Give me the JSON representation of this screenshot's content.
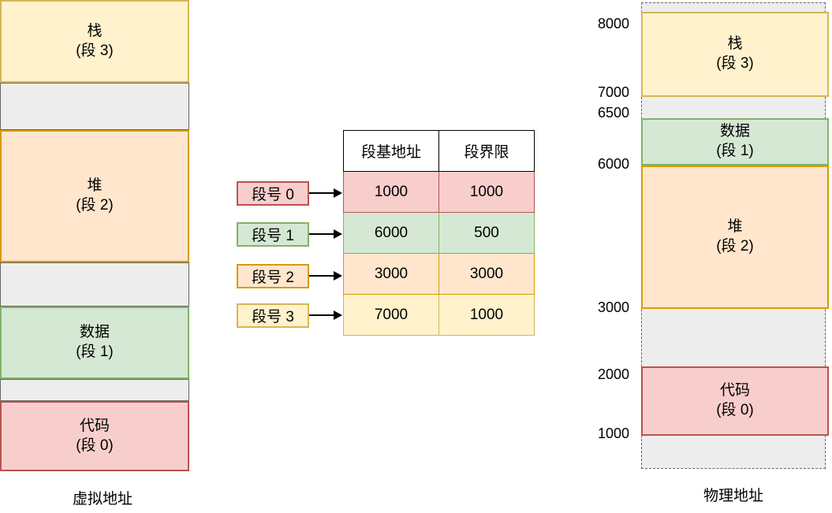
{
  "palette": {
    "yellow_fill": "#FFF2CC",
    "yellow_stroke": "#D6B656",
    "orange_fill": "#FFE6CC",
    "orange_stroke": "#D79B00",
    "green_fill": "#D5E8D4",
    "green_stroke": "#82B366",
    "red_fill": "#F8CECC",
    "red_stroke": "#B85450",
    "gray_fill": "#EDEDED",
    "gray_stroke": "#666666"
  },
  "virtual_memory": {
    "caption": "虚拟地址",
    "segments": [
      {
        "name": "栈",
        "seg": "(段 3)",
        "color": "yellow"
      },
      {
        "name": "堆",
        "seg": "(段 2)",
        "color": "orange"
      },
      {
        "name": "数据",
        "seg": "(段 1)",
        "color": "green"
      },
      {
        "name": "代码",
        "seg": "(段 0)",
        "color": "red"
      }
    ]
  },
  "segment_table": {
    "headers": [
      "段基地址",
      "段界限"
    ],
    "row_labels": [
      "段号 0",
      "段号 1",
      "段号 2",
      "段号 3"
    ],
    "rows": [
      [
        "1000",
        "1000"
      ],
      [
        "6000",
        "500"
      ],
      [
        "3000",
        "3000"
      ],
      [
        "7000",
        "1000"
      ]
    ]
  },
  "physical_memory": {
    "caption": "物理地址",
    "address_labels": [
      "8000",
      "7000",
      "6500",
      "6000",
      "3000",
      "2000",
      "1000"
    ],
    "segments": [
      {
        "name": "栈",
        "seg": "(段 3)",
        "color": "yellow",
        "range": "7000-8000"
      },
      {
        "name": "数据",
        "seg": "(段 1)",
        "color": "green",
        "range": "6000-6500"
      },
      {
        "name": "堆",
        "seg": "(段 2)",
        "color": "orange",
        "range": "3000-6000"
      },
      {
        "name": "代码",
        "seg": "(段 0)",
        "color": "red",
        "range": "1000-2000"
      }
    ]
  }
}
